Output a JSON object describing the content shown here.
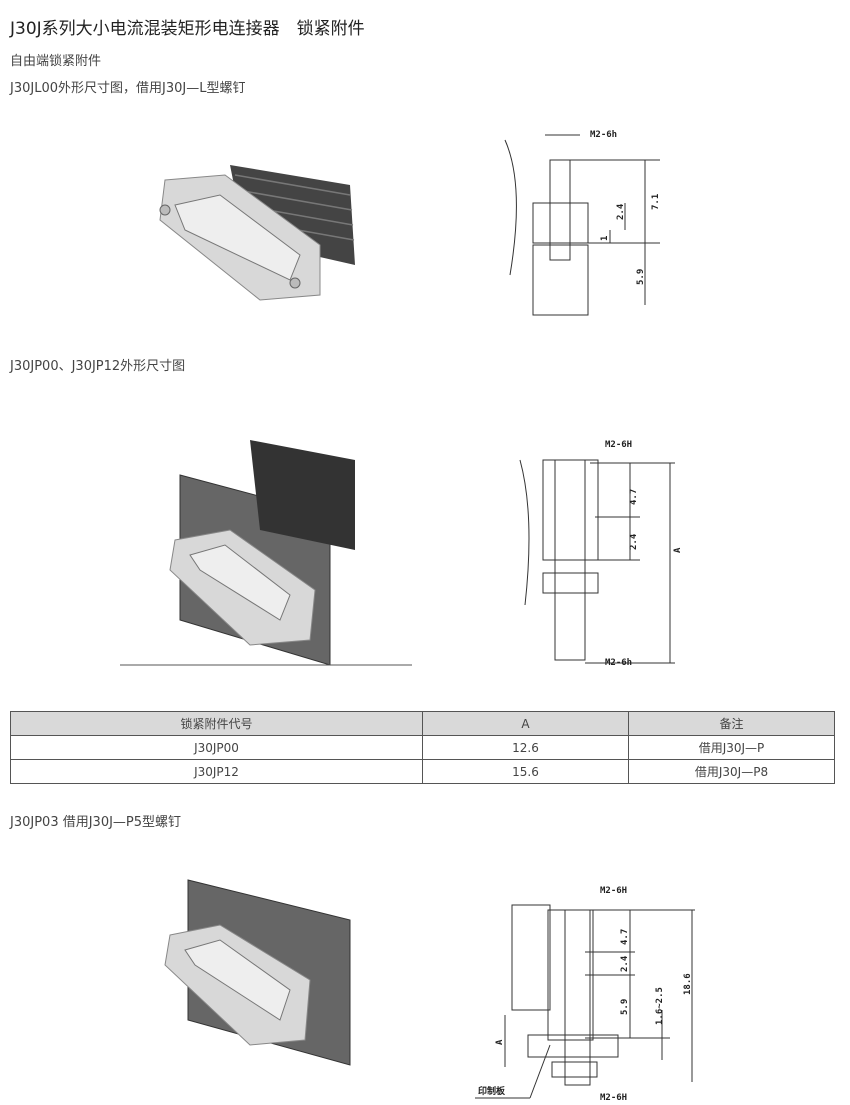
{
  "title": "J30J系列大小电流混装矩形电连接器　锁紧附件",
  "subtitle": "自由端锁紧附件",
  "section1": {
    "caption": "J30JL00外形尺寸图，借用J30J—L型螺钉",
    "dims": {
      "thread": "M2-6h",
      "d1": "7.1",
      "d2": "2.4",
      "d3": "1",
      "d4": "5.9"
    }
  },
  "section2": {
    "caption": "J30JP00、J30JP12外形尺寸图",
    "dims": {
      "thread_top": "M2-6H",
      "d1": "4.7",
      "d2": "2.4",
      "d3": "A",
      "thread_bottom": "M2-6h"
    }
  },
  "table": {
    "headers": [
      "锁紧附件代号",
      "A",
      "备注"
    ],
    "rows": [
      [
        "J30JP00",
        "12.6",
        "借用J30J—P"
      ],
      [
        "J30JP12",
        "15.6",
        "借用J30J—P8"
      ]
    ]
  },
  "section3": {
    "caption": "J30JP03  借用J30J—P5型螺钉",
    "dims": {
      "thread_top": "M2-6H",
      "d1": "4.7",
      "d2": "2.4",
      "d3": "5.9",
      "d4": "1.6~2.5",
      "d5": "18.6",
      "d6": "A",
      "pcb_label": "印制板",
      "thread_bottom": "M2-6H"
    }
  }
}
